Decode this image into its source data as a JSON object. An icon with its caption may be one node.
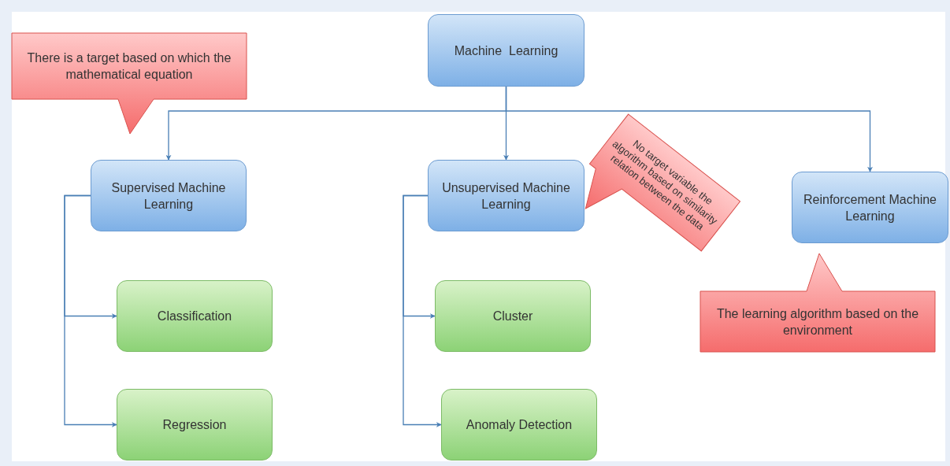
{
  "diagram": {
    "nodes": [
      {
        "text": [
          "Machine  Learning"
        ]
      },
      {
        "text": [
          "There is a target based on which the mathematical equation"
        ]
      },
      {
        "text": [
          "Supervised Machine Learning"
        ]
      },
      {
        "text": [
          "Unsupervised Machine Learning"
        ]
      },
      {
        "text": [
          "No target variable the algorithm based on similarity relation between the data"
        ]
      },
      {
        "text": [
          "Reinforcement Machine  Learning"
        ]
      },
      {
        "text": [
          "The learning algorithm based on the environment"
        ]
      },
      {
        "text": [
          "Classification"
        ]
      },
      {
        "text": [
          "Regression"
        ]
      },
      {
        "text": [
          "Cluster"
        ]
      },
      {
        "text": [
          "Anomaly Detection"
        ]
      }
    ],
    "edges": [
      {
        "from": 0,
        "to": 2,
        "arrow": "to"
      },
      {
        "from": 0,
        "to": 3,
        "arrow": "to"
      },
      {
        "from": 0,
        "to": 5,
        "arrow": "to"
      },
      {
        "from": 2,
        "to": 7,
        "arrow": "to"
      },
      {
        "from": 2,
        "to": 8,
        "arrow": "to"
      },
      {
        "from": 3,
        "to": 9,
        "arrow": "to"
      },
      {
        "from": 3,
        "to": 10,
        "arrow": "to"
      }
    ]
  }
}
